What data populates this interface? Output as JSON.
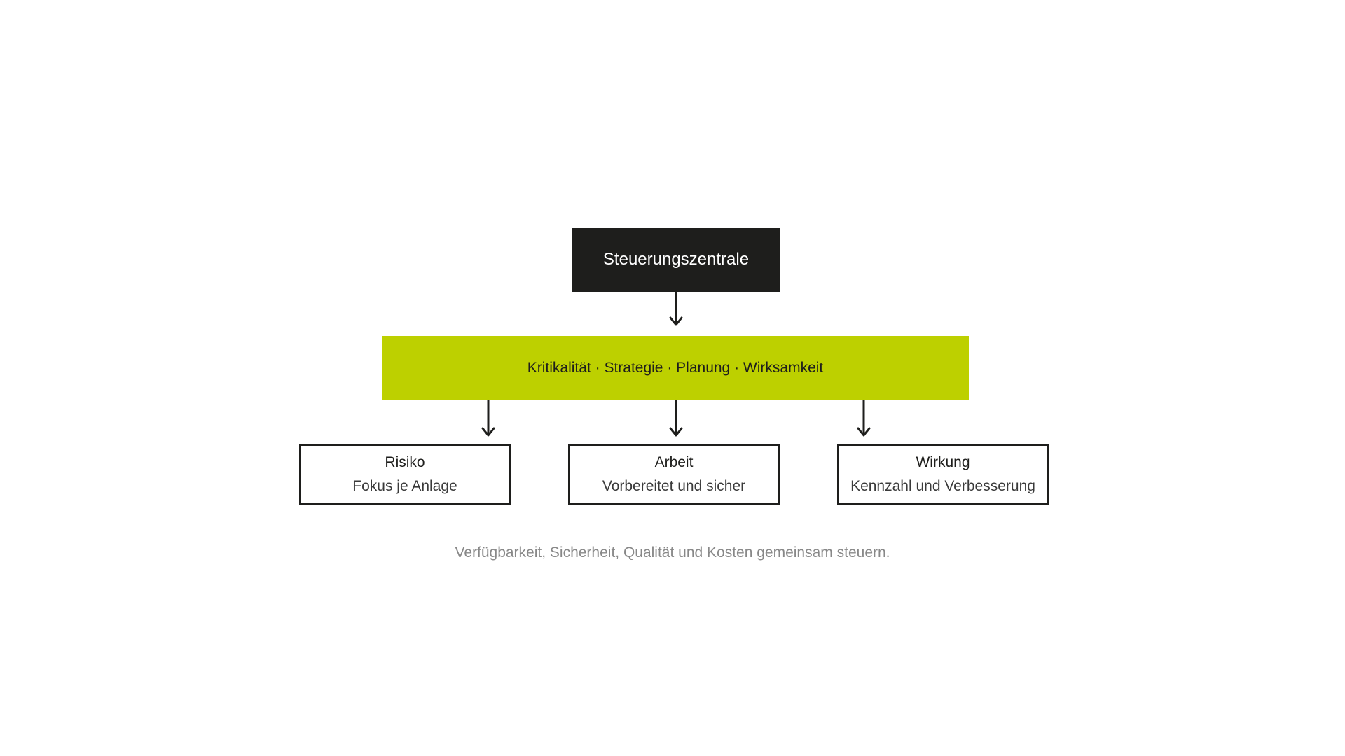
{
  "top": {
    "label": "Steuerungszentrale"
  },
  "band": {
    "items": [
      "Kritikalität",
      "Strategie",
      "Planung",
      "Wirksamkeit"
    ],
    "separator": " · "
  },
  "children": [
    {
      "title": "Risiko",
      "subtitle": "Fokus je Anlage"
    },
    {
      "title": "Arbeit",
      "subtitle": "Vorbereitet und sicher"
    },
    {
      "title": "Wirkung",
      "subtitle": "Kennzahl und Verbesserung"
    }
  ],
  "caption": "Verfügbarkeit, Sicherheit, Qualität und Kosten gemeinsam steuern.",
  "colors": {
    "dark": "#1e1e1c",
    "accent": "#bdd000",
    "caption": "#888888"
  }
}
